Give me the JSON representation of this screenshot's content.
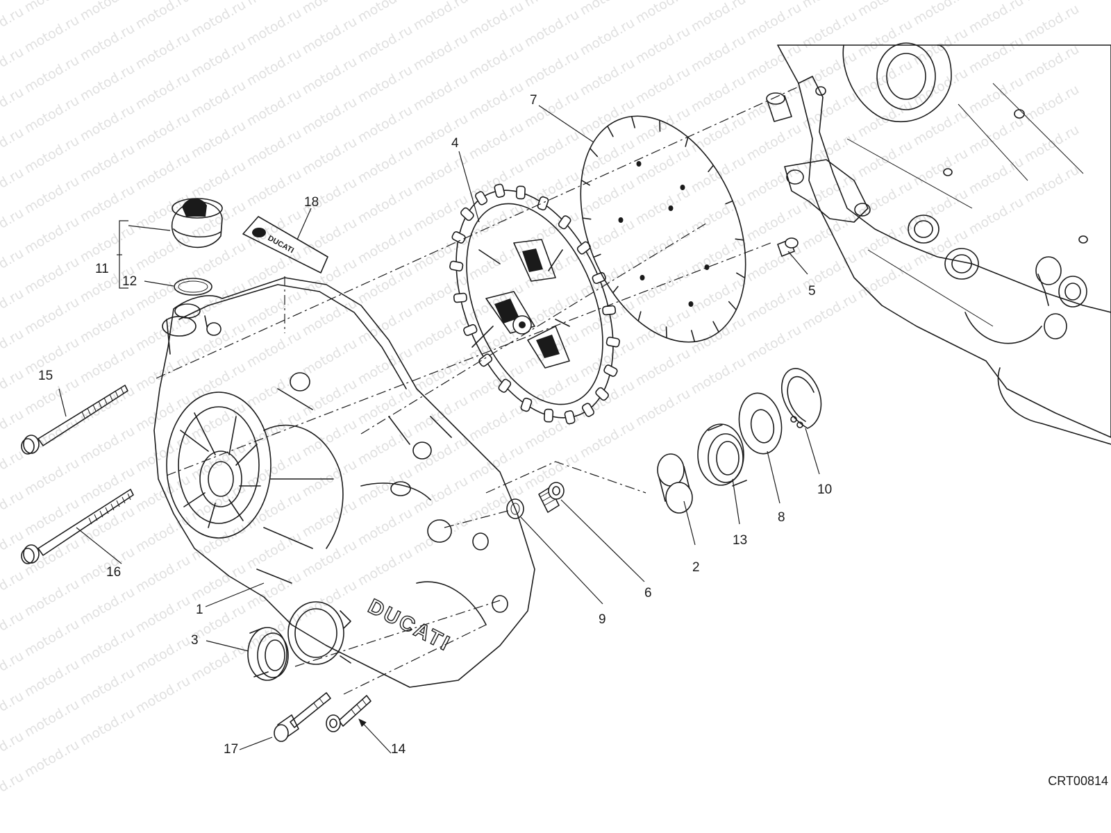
{
  "drawing_code": "CRT00814",
  "watermark_text": "motod.ru",
  "cover_lettering": "DUCATI",
  "decal_lettering": "DUCATI",
  "callouts": [
    "1",
    "2",
    "3",
    "4",
    "5",
    "6",
    "7",
    "8",
    "9",
    "10",
    "11",
    "12",
    "13",
    "14",
    "15",
    "16",
    "17",
    "18"
  ],
  "colors": {
    "line": "#1a1a1a",
    "background": "#ffffff",
    "watermark": "#c8c8c8"
  }
}
